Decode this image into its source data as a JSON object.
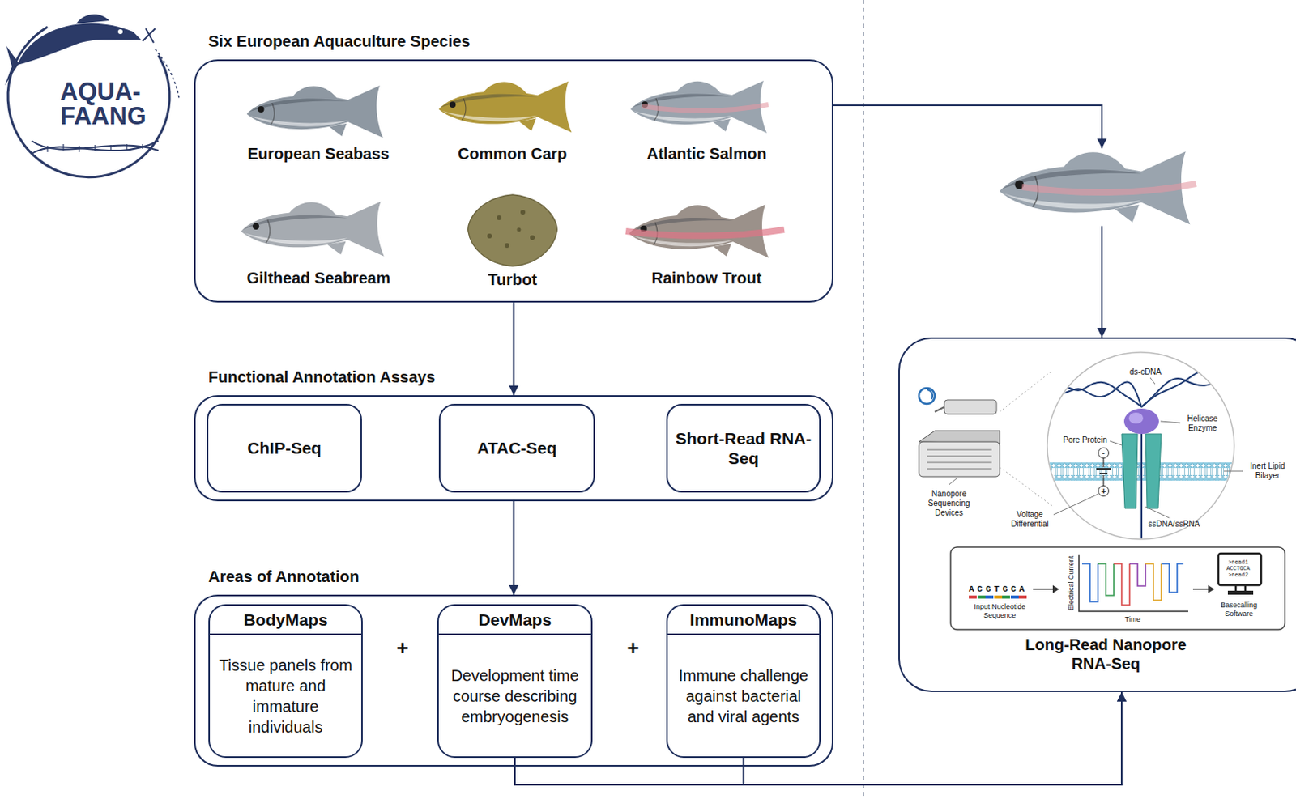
{
  "diagram": {
    "nodes": [
      {
        "text": [
          "Six European Aquaculture Species"
        ]
      },
      {
        "text": [
          "Functional Annotation Assays"
        ]
      },
      {
        "text": [
          "ChIP-Seq"
        ],
        "in": 1
      },
      {
        "text": [
          "ATAC-Seq"
        ],
        "in": 1
      },
      {
        "text": [
          "Short-Read RNA-Seq"
        ],
        "in": 1
      },
      {
        "text": [
          "Areas of Annotation"
        ]
      },
      {
        "text": [
          "BodyMaps",
          "Tissue panels from mature and immature individuals"
        ],
        "in": 5
      },
      {
        "text": [
          "DevMaps",
          "Development time course describing embryogenesis"
        ],
        "in": 5
      },
      {
        "text": [
          "ImmunoMaps",
          "Immune challenge against bacterial and viral agents"
        ],
        "in": 5
      },
      {
        "text": [
          "Long-Read Nanopore RNA-Seq"
        ]
      }
    ],
    "edges": [
      {
        "from": 0,
        "to": 1,
        "arrow": "to"
      },
      {
        "from": 1,
        "to": 5,
        "arrow": "to"
      },
      {
        "from": 0,
        "to": 9,
        "arrow": "to"
      },
      {
        "from": 7,
        "to": 9,
        "arrow": "to"
      },
      {
        "from": 8,
        "to": 9,
        "arrow": "to"
      }
    ],
    "labels": [
      "AQUA- FAANG",
      "European Seabass",
      "Common Carp",
      "Atlantic Salmon",
      "Gilthead Seabream",
      "Turbot",
      "Rainbow Trout",
      "+",
      "+",
      "ds-cDNA",
      "Helicase Enzyme",
      "Pore Protein",
      "Inert Lipid Bilayer",
      "-",
      "+",
      "Nanopore Sequencing Devices",
      "Voltage Differential",
      "ssDNA/ssRNA",
      "ACGTGCA",
      "Input Nucleotide Sequence",
      "Electrical Current",
      "Time",
      ">read1 ACCTGCA >read2",
      "Basecalling Software"
    ]
  }
}
